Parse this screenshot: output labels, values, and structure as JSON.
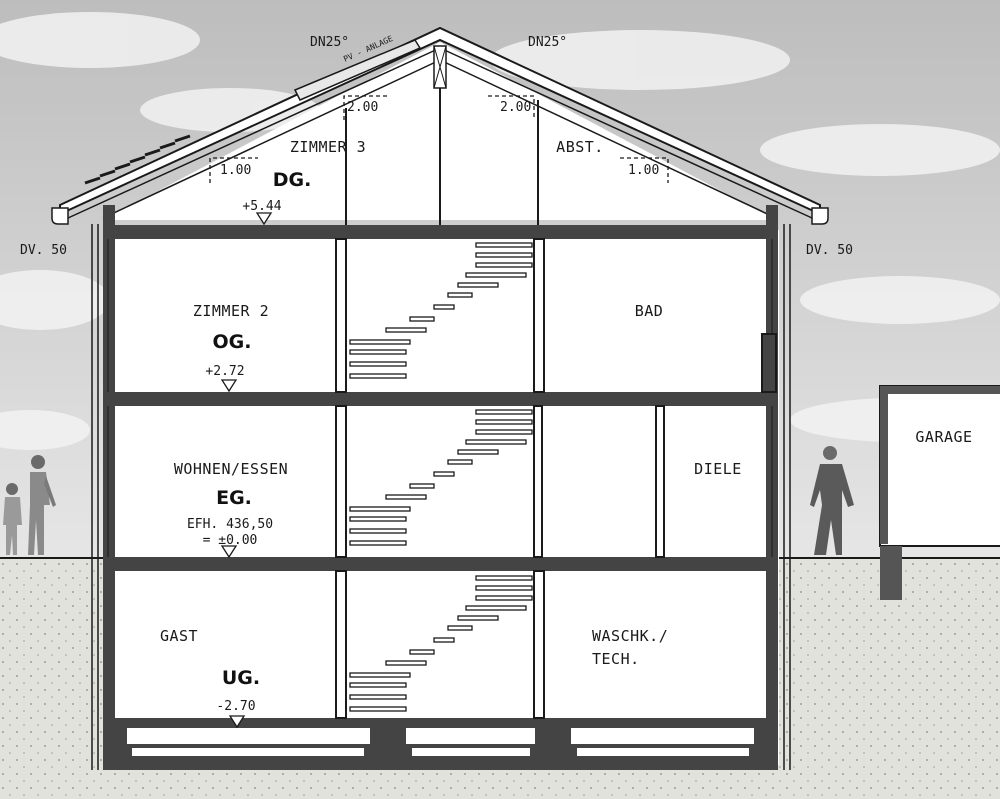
{
  "roof": {
    "pitch_left": "DN25°",
    "pitch_right": "DN25°",
    "pv_note": "PV - ANLAGE"
  },
  "eaves": {
    "left": "DV. 50",
    "right": "DV. 50"
  },
  "attic": {
    "heights": {
      "left_outer": "1.00",
      "left_inner": "2.00",
      "right_inner": "2.00",
      "right_outer": "1.00"
    }
  },
  "floors": {
    "dg": {
      "label": "DG.",
      "level": "+5.44"
    },
    "og": {
      "label": "OG.",
      "level": "+2.72"
    },
    "eg": {
      "label": "EG.",
      "level_line1": "EFH. 436,50",
      "level_line2": "= ±0.00"
    },
    "ug": {
      "label": "UG.",
      "level": "-2.70"
    }
  },
  "rooms": {
    "zimmer3": "ZIMMER 3",
    "abst": "ABST.",
    "zimmer2": "ZIMMER 2",
    "bad": "BAD",
    "wohnen": "WOHNEN/ESSEN",
    "diele": "DIELE",
    "gast": "GAST",
    "waschk_line1": "WASCHK./",
    "waschk_line2": "TECH."
  },
  "garage": {
    "label": "GARAGE"
  },
  "colors": {
    "wall": "#444444",
    "line": "#1a1a1a",
    "ground": "#e2e2dc",
    "sky": "#c8c8c8"
  }
}
